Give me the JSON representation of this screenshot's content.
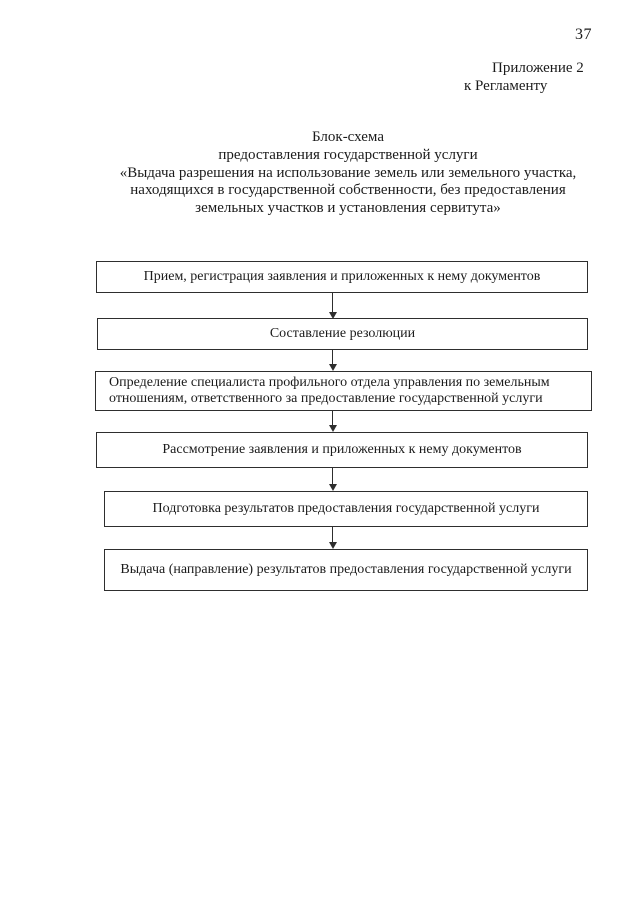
{
  "page": {
    "number": "37"
  },
  "annex": {
    "line1": "Приложение 2",
    "line2": "к Регламенту"
  },
  "title": {
    "lines": [
      "Блок-схема",
      "предоставления государственной услуги",
      "«Выдача разрешения на использование земель или земельного участка,",
      "находящихся в государственной собственности, без предоставления",
      "земельных участков и установления сервитута»"
    ]
  },
  "flowchart": {
    "connector_icon": "arrow-down-icon",
    "boxes": [
      {
        "step": 1,
        "text": "Прием, регистрация заявления и приложенных к нему документов"
      },
      {
        "step": 2,
        "text": "Составление резолюции"
      },
      {
        "step": 3,
        "text": "Определение специалиста профильного отдела управления по земельным отношениям, ответственного за предоставление государственной услуги"
      },
      {
        "step": 4,
        "text": "Рассмотрение заявления и приложенных к нему документов"
      },
      {
        "step": 5,
        "text": "Подготовка результатов предоставления государственной услуги"
      },
      {
        "step": 6,
        "text": "Выдача (направление) результатов предоставления государственной услуги"
      }
    ]
  },
  "colors": {
    "paper": "#ffffff",
    "ink": "#1b1b1b",
    "border": "#2e2e2e"
  }
}
